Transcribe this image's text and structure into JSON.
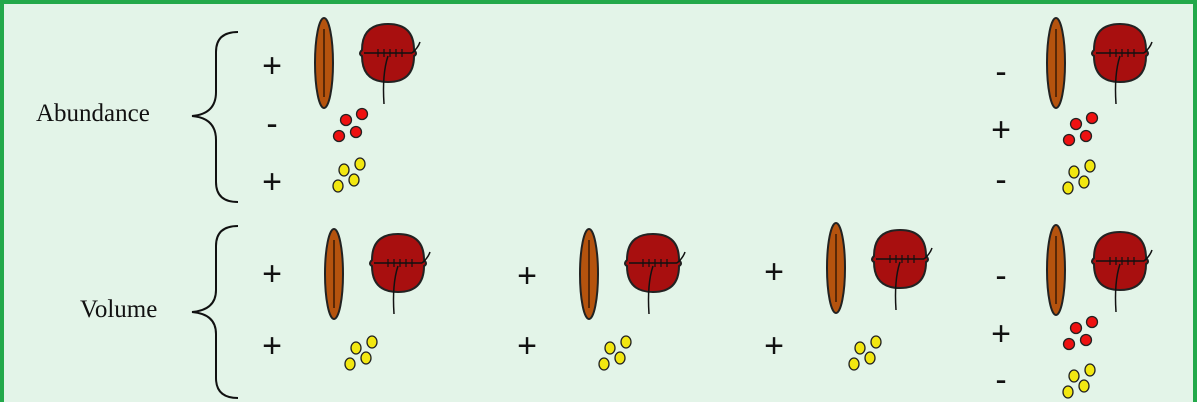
{
  "labels": {
    "abundance": "Abundance",
    "volume": "Volume"
  },
  "colors": {
    "border": "#22a94a",
    "background": "#e3f4e8",
    "bacterium_fill": "#b5530e",
    "cell_fill": "#a80f0f",
    "red_particle": "#ee1111",
    "yellow_particle": "#f2e711"
  },
  "icons": {
    "rod": "elongated-bacterium-icon",
    "cell": "red-cell-icon",
    "red": "red-particles-icon",
    "yellow": "yellow-particles-icon"
  },
  "abundance_row": [
    {
      "column": 1,
      "items": [
        {
          "sign": "+",
          "icon": "rod-and-cell"
        },
        {
          "sign": "-",
          "icon": "red-particles"
        },
        {
          "sign": "+",
          "icon": "yellow-particles"
        }
      ]
    },
    {
      "column": 4,
      "items": [
        {
          "sign": "-",
          "icon": "rod-and-cell"
        },
        {
          "sign": "+",
          "icon": "red-particles"
        },
        {
          "sign": "-",
          "icon": "yellow-particles"
        }
      ]
    }
  ],
  "volume_row": [
    {
      "column": 1,
      "items": [
        {
          "sign": "+",
          "icon": "rod-and-cell"
        },
        {
          "sign": "+",
          "icon": "yellow-particles"
        }
      ]
    },
    {
      "column": 2,
      "items": [
        {
          "sign": "+",
          "icon": "rod-and-cell"
        },
        {
          "sign": "+",
          "icon": "yellow-particles"
        }
      ]
    },
    {
      "column": 3,
      "items": [
        {
          "sign": "+",
          "icon": "rod-and-cell"
        },
        {
          "sign": "+",
          "icon": "yellow-particles"
        }
      ]
    },
    {
      "column": 4,
      "items": [
        {
          "sign": "-",
          "icon": "rod-and-cell"
        },
        {
          "sign": "+",
          "icon": "red-particles"
        },
        {
          "sign": "-",
          "icon": "yellow-particles"
        }
      ]
    }
  ]
}
